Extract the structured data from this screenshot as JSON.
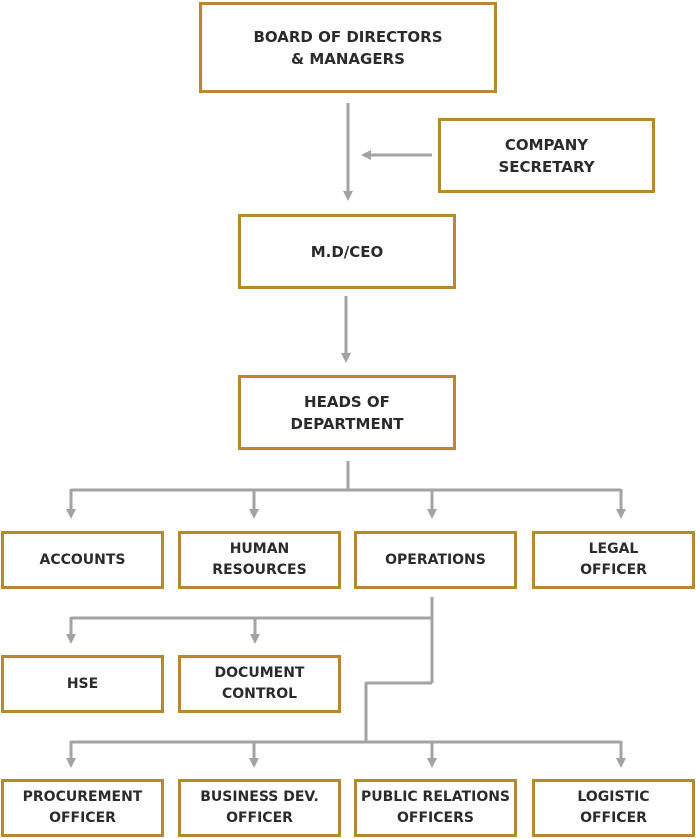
{
  "colors": {
    "box_border": "#b8892b",
    "connector": "#a3a3a3",
    "text": "#2b2b2b"
  },
  "nodes": {
    "board": "BOARD OF DIRECTORS\n& MANAGERS",
    "secretary": "COMPANY\nSECRETARY",
    "ceo": "M.D/CEO",
    "heads": "HEADS OF\nDEPARTMENT",
    "accounts": "ACCOUNTS",
    "hr": "HUMAN\nRESOURCES",
    "operations": "OPERATIONS",
    "legal": "LEGAL\nOFFICER",
    "hse": "HSE",
    "document_control": "DOCUMENT\nCONTROL",
    "procurement": "PROCUREMENT\nOFFICER",
    "business_dev": "BUSINESS DEV.\nOFFICER",
    "public_relations": "PUBLIC RELATIONS\nOFFICERS",
    "logistic": "LOGISTIC\nOFFICER"
  }
}
